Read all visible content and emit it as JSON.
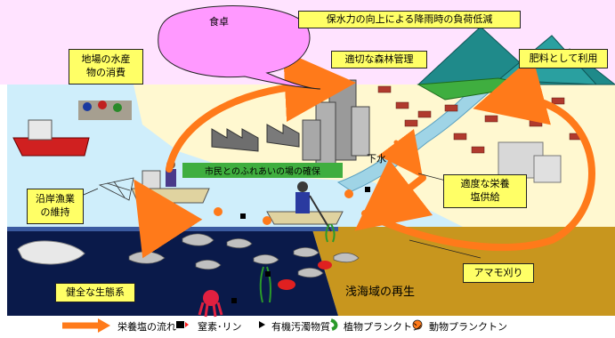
{
  "labels": {
    "dining_table": "食卓",
    "water_retention": "保水力の向上による降雨時の負荷低減",
    "forest_management": "適切な森林管理",
    "fertilizer_use": "肥料として利用",
    "local_consumption_line1": "地場の水産",
    "local_consumption_line2": "物の消費",
    "sewage": "下水",
    "citizen_interaction": "市民とのふれあいの場の確保",
    "coastal_fishery_line1": "沿岸漁業",
    "coastal_fishery_line2": "の維持",
    "nutrient_supply_line1": "適度な栄養",
    "nutrient_supply_line2": "塩供給",
    "eelgrass_mowing": "アマモ刈り",
    "healthy_ecosystem": "健全な生態系",
    "shallow_water_regeneration": "浅海域の再生"
  },
  "legend": {
    "nutrient_flow": "栄養塩の流れ",
    "nitrogen_phosphorus": "窒素･リン",
    "organic_matter": "有機汚濁物質",
    "phytoplankton": "植物プランクトン",
    "zooplankton": "動物プランクトン"
  },
  "colors": {
    "flow_arrow": "#ff7a1a",
    "label_fill": "#ffff66",
    "speech_bubble": "#ff99ff",
    "sea": "#0a1a4a",
    "shallow_sand": "#c8961e",
    "river": "#9fd4e6",
    "land": "#fff8d0",
    "mountain": "#1f8a8a",
    "forest_band": "#3fae3f"
  },
  "icons": [
    "factory-icon",
    "building-icon",
    "house-icon",
    "fishing-boat-icon",
    "whale-icon",
    "fish-icon",
    "octopus-icon",
    "crab-icon",
    "eelgrass-icon",
    "fisherman-icon",
    "mountain-icon"
  ]
}
